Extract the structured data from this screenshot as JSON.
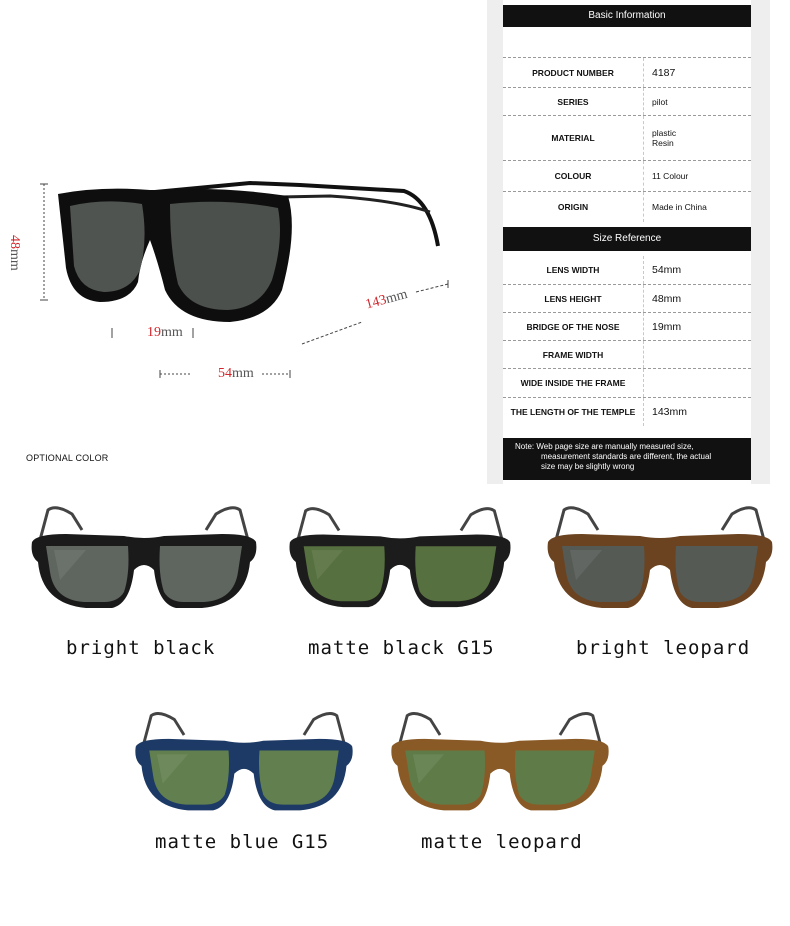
{
  "diagram": {
    "height_value": "48",
    "height_unit": "mm",
    "bridge_value": "19",
    "bridge_unit": "mm",
    "lens_value": "54",
    "lens_unit": "mm",
    "temple_value": "143",
    "temple_unit": "mm"
  },
  "optional_color_heading": "OPTIONAL COLOR",
  "basic_info": {
    "header": "Basic Information",
    "rows": [
      {
        "label": "PRODUCT NUMBER",
        "value": "4187"
      },
      {
        "label": "SERIES",
        "value": "pilot"
      },
      {
        "label": "MATERIAL",
        "value": "plastic",
        "value2": "Resin"
      },
      {
        "label": "COLOUR",
        "value": "11  Colour"
      },
      {
        "label": "ORIGIN",
        "value": "Made in China"
      }
    ]
  },
  "size_reference": {
    "header": "Size Reference",
    "rows": [
      {
        "label": "LENS WIDTH",
        "value": "54mm"
      },
      {
        "label": "LENS HEIGHT",
        "value": "48mm"
      },
      {
        "label": "BRIDGE OF THE NOSE",
        "value": "19mm"
      },
      {
        "label": "FRAME WIDTH",
        "value": ""
      },
      {
        "label": "WIDE INSIDE THE FRAME",
        "value": ""
      },
      {
        "label": "THE LENGTH OF THE TEMPLE",
        "value": "143mm"
      }
    ]
  },
  "note": {
    "line1": "Note: Web page size are manually measured size,",
    "line2": "measurement standards are different, the actual",
    "line3": "size may be slightly wrong"
  },
  "colors": {
    "items": [
      {
        "name": "bright black",
        "frame": "#1a1a1a",
        "lens": "#5f655f"
      },
      {
        "name": "matte black G15",
        "frame": "#1c1c1c",
        "lens": "#57703f"
      },
      {
        "name": "bright leopard",
        "frame": "#6b4320",
        "lens": "#555a55"
      },
      {
        "name": "matte blue G15",
        "frame": "#1d3a66",
        "lens": "#62804f"
      },
      {
        "name": "matte leopard",
        "frame": "#8a5a26",
        "lens": "#5f7c48"
      }
    ]
  }
}
